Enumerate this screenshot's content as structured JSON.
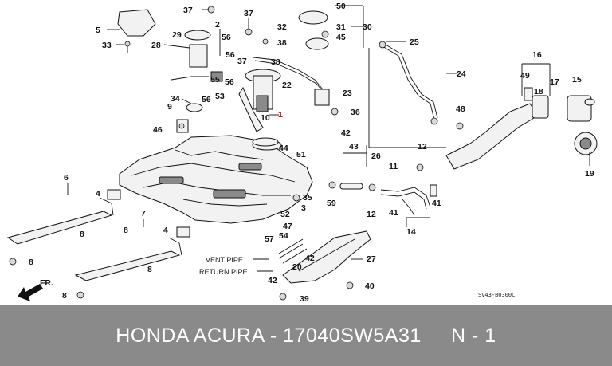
{
  "diagram": {
    "part_code": "SV43-B0300C",
    "front_marker": "FR.",
    "vent_pipe_label": "VENT PIPE",
    "return_pipe_label": "RETURN PIPE",
    "callouts": [
      "37",
      "2",
      "37",
      "50",
      "5",
      "28",
      "29",
      "56",
      "32",
      "31",
      "45",
      "30",
      "33",
      "38",
      "25",
      "56",
      "37",
      "38",
      "55",
      "56",
      "16",
      "22",
      "23",
      "24",
      "15",
      "49",
      "18",
      "17",
      "34",
      "53",
      "9",
      "56",
      "1",
      "10",
      "36",
      "48",
      "46",
      "42",
      "43",
      "44",
      "51",
      "26",
      "12",
      "6",
      "35",
      "11",
      "59",
      "12",
      "41",
      "19",
      "3",
      "4",
      "52",
      "41",
      "8",
      "47",
      "14",
      "54",
      "8",
      "8",
      "7",
      "57",
      "4",
      "27",
      "20",
      "VENT PIPE",
      "42",
      "8",
      "RETURN PIPE",
      "42",
      "40",
      "8",
      "39"
    ]
  },
  "footer": {
    "text": "HONDA ACURA - 17040SW5A31     N - 1"
  }
}
